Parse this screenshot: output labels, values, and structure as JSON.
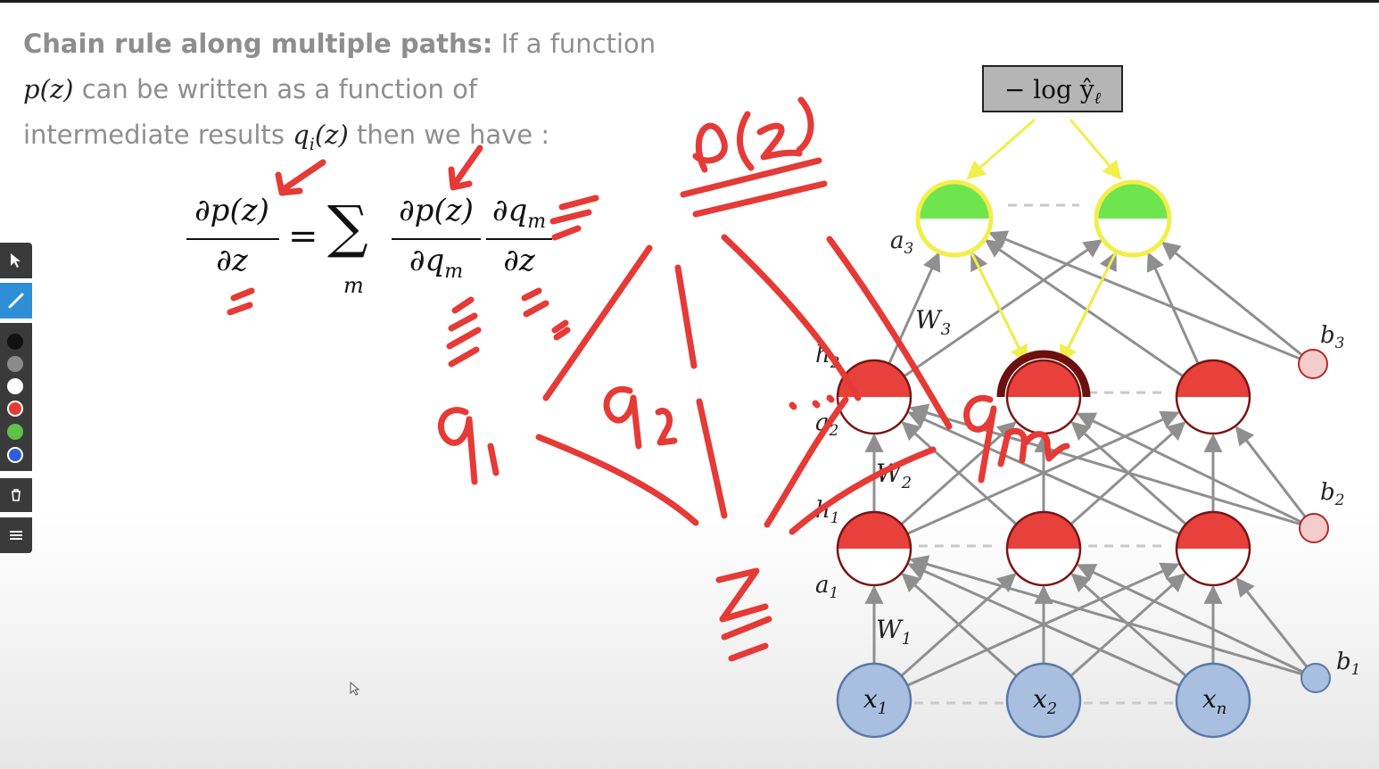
{
  "slide": {
    "line1_bold": "Chain rule along multiple paths:",
    "line1_rest": " If a function",
    "line2_math": "p(z)",
    "line2_rest": " can be written as a function of",
    "line3_pre": "intermediate results ",
    "line3_math": "q",
    "line3_sub": "i",
    "line3_math2": "(z)",
    "line3_rest": " then we have :"
  },
  "formula": {
    "lhs_num": "∂p(z)",
    "lhs_den": "∂z",
    "equals": "=",
    "sum": "∑",
    "sum_index": "m",
    "r1_num": "∂p(z)",
    "r1_den": "∂q",
    "r1_den_sub": "m",
    "r2_num": "∂q",
    "r2_num_sub": "m",
    "r2_den": "∂z"
  },
  "network": {
    "loss_label": "− log ŷ",
    "loss_sub": "ℓ",
    "labels": {
      "a3": "a",
      "a3_sub": "3",
      "W3": "W",
      "W3_sub": "3",
      "h2": "h",
      "h2_sub": "2",
      "a2": "a",
      "a2_sub": "2",
      "W2": "W",
      "W2_sub": "2",
      "h1": "h",
      "h1_sub": "1",
      "a1": "a",
      "a1_sub": "1",
      "W1": "W",
      "W1_sub": "1",
      "b3": "b",
      "b3_sub": "3",
      "b2": "b",
      "b2_sub": "2",
      "b1": "b",
      "b1_sub": "1"
    },
    "inputs": [
      {
        "name": "x",
        "sub": "1"
      },
      {
        "name": "x",
        "sub": "2"
      },
      {
        "name": "x",
        "sub": "n"
      }
    ],
    "colors": {
      "neuron_red": "#e8413b",
      "neuron_green": "#6ee44e",
      "neuron_yellow": "#f2ee4a",
      "input_blue": "#a9bfdf",
      "bias_pink": "#f4cccc",
      "edge_gray": "#8f8f8f",
      "edge_yellow": "#f2ee4a",
      "ink_red": "#e53a36"
    }
  },
  "annotations": {
    "pz": "p(z)",
    "q1": "q",
    "q1_sub": "1",
    "q2": "q",
    "q2_sub": "2",
    "qm": "q",
    "qm_sub": "m",
    "z": "Z"
  },
  "toolbar": {
    "tools": [
      "pointer-icon",
      "pen-icon"
    ],
    "swatches": [
      "#111111",
      "#8a8a8a",
      "#ffffff",
      "#e53a36",
      "#5fc04a",
      "#2f5fd6"
    ],
    "actions": [
      "trash-icon",
      "menu-icon"
    ]
  }
}
